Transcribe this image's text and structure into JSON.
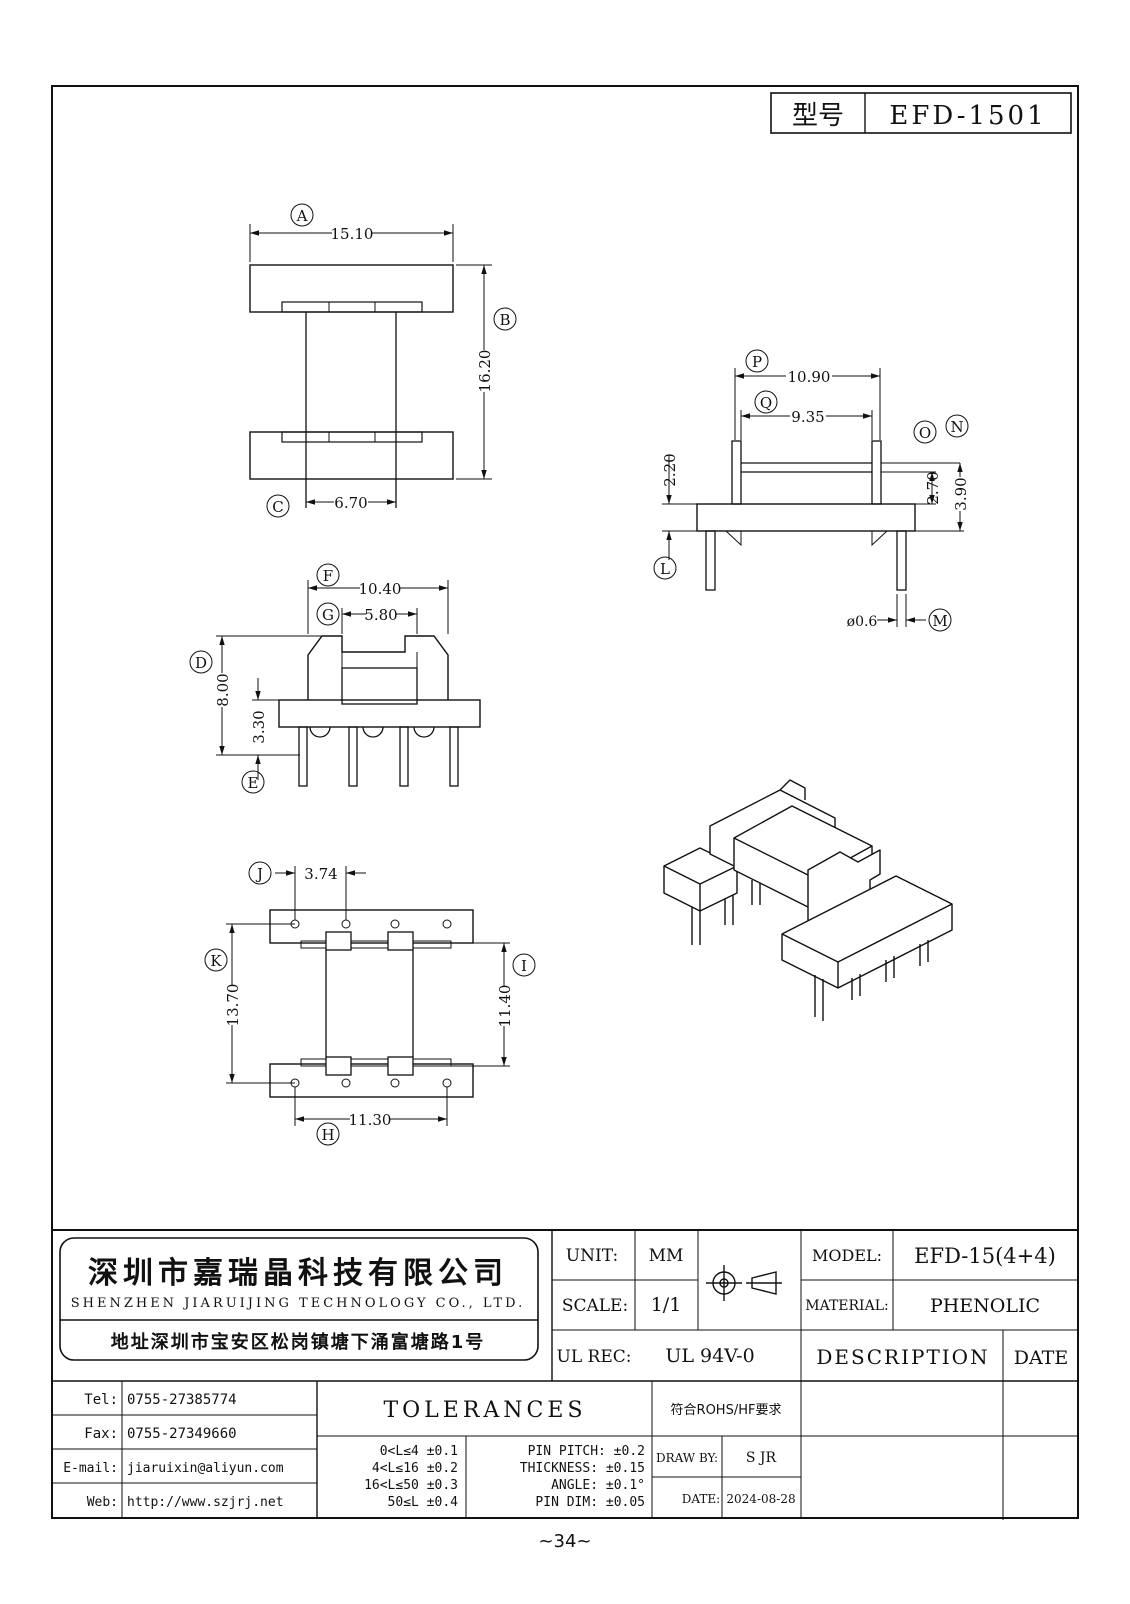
{
  "header": {
    "model_label": "型号",
    "model_value": "EFD-1501"
  },
  "views": {
    "top": {
      "dim_a": "15.10",
      "dim_b": "16.20",
      "dim_c": "6.70",
      "tag_a": "A",
      "tag_b": "B",
      "tag_c": "C"
    },
    "front": {
      "dim_f": "10.40",
      "dim_g": "5.80",
      "dim_d": "8.00",
      "dim_e": "3.30",
      "tag_f": "F",
      "tag_g": "G",
      "tag_d": "D",
      "tag_e": "E"
    },
    "side": {
      "dim_p": "10.90",
      "dim_q": "9.35",
      "dim_l": "2.20",
      "dim_o": "2.70",
      "dim_n": "3.90",
      "dim_m": "ø0.6",
      "tag_p": "P",
      "tag_q": "Q",
      "tag_o": "O",
      "tag_n": "N",
      "tag_l": "L",
      "tag_m": "M"
    },
    "bottom": {
      "dim_j": "3.74",
      "dim_k": "13.70",
      "dim_i": "11.40",
      "dim_h": "11.30",
      "tag_j": "J",
      "tag_k": "K",
      "tag_i": "I",
      "tag_h": "H"
    }
  },
  "title_block": {
    "company_cn": "深圳市嘉瑞晶科技有限公司",
    "company_en": "SHENZHEN JIARUIJING TECHNOLOGY CO., LTD.",
    "address": "地址深圳市宝安区松岗镇塘下涌富塘路1号",
    "unit_label": "UNIT:",
    "unit_value": "MM",
    "scale_label": "SCALE:",
    "scale_value": "1/1",
    "model_label": "MODEL:",
    "model_value": "EFD-15(4+4)",
    "material_label": "MATERIAL:",
    "material_value": "PHENOLIC",
    "ul_label": "UL REC:",
    "ul_value": "UL 94V-0",
    "description_label": "DESCRIPTION",
    "date_label": "DATE",
    "tel_label": "Tel:",
    "tel_value": "0755-27385774",
    "fax_label": "Fax:",
    "fax_value": "0755-27349660",
    "email_label": "E-mail:",
    "email_value": "jiaruixin@aliyun.com",
    "web_label": "Web:",
    "web_value": "http://www.szjrj.net",
    "tolerances_title": "TOLERANCES",
    "tol_lines": [
      "0<L≤4  ±0.1",
      "4<L≤16  ±0.2",
      "16<L≤50  ±0.3",
      "50≤L  ±0.4"
    ],
    "pin_pitch": "PIN PITCH: ±0.2",
    "thickness": "THICKNESS: ±0.15",
    "angle": "ANGLE: ±0.1°",
    "pin_dim": "PIN DIM: ±0.05",
    "rohs": "符合ROHS/HF要求",
    "draw_by_label": "DRAW BY:",
    "draw_by_value": "S JR",
    "date_field_label": "DATE:",
    "date_field_value": "2024-08-28"
  },
  "page_number": "~34~"
}
